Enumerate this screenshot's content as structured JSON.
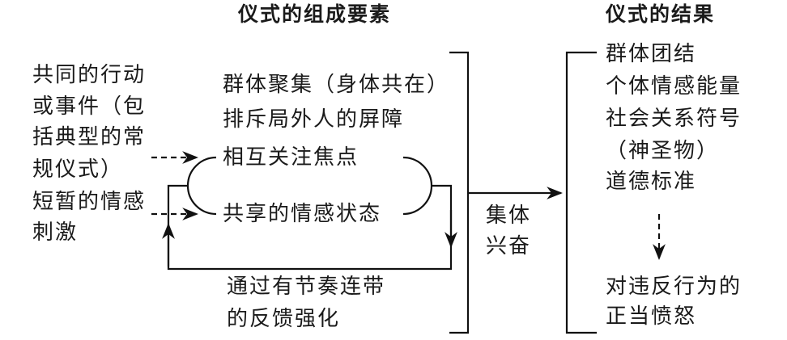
{
  "titles": {
    "components": "仪式的组成要素",
    "outcomes": "仪式的结果"
  },
  "inputs": [
    "共同的行动",
    "或事件（包",
    "括典型的常",
    "规仪式）",
    "短暂的情感",
    "刺激"
  ],
  "components": [
    "群体聚集（身体共在）",
    "排斥局外人的屏障",
    "相互关注焦点",
    "共享的情感状态"
  ],
  "feedback": [
    "通过有节奏连带",
    "的反馈强化"
  ],
  "transition": [
    "集体",
    "兴奋"
  ],
  "outcomes": [
    "群体团结",
    "个体情感能量",
    "社会关系符号",
    "（神圣物）",
    "道德标准"
  ],
  "consequence": [
    "对违反行为的",
    "正当愤怒"
  ]
}
